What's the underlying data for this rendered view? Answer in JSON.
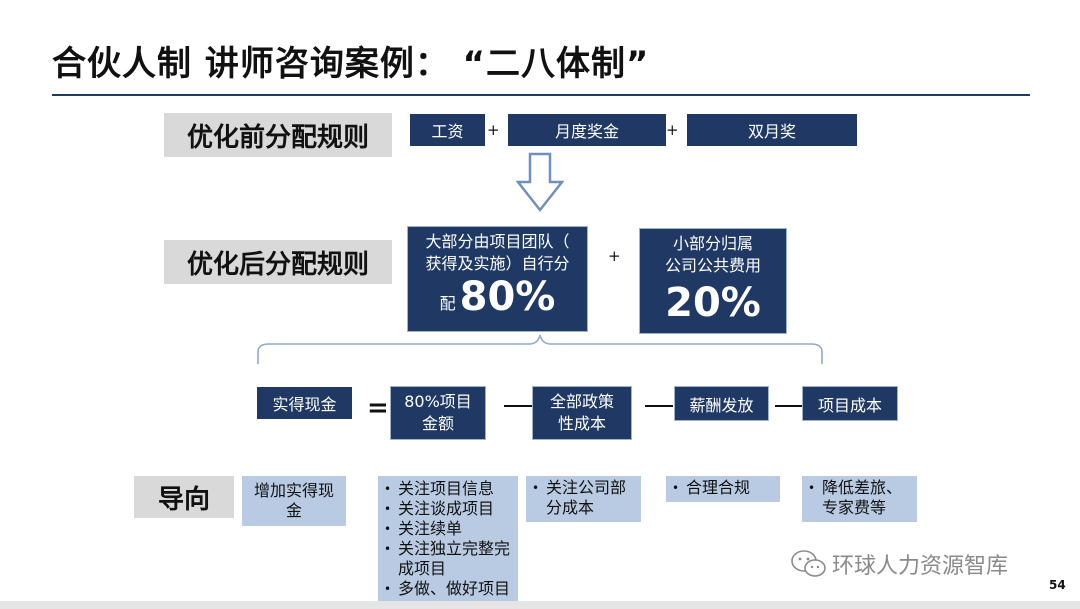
{
  "title": "合伙人制 讲师咨询案例：  “二八体制”",
  "before": {
    "label": "优化前分配规则",
    "boxes": [
      "工资",
      "月度奖金",
      "双月奖"
    ],
    "plus": "+"
  },
  "after": {
    "label": "优化后分配规则",
    "left_text_1": "大部分由项目团队（",
    "left_text_2": "获得及实施）自行分",
    "left_text_3": "配",
    "left_pct": "80%",
    "plus": "+",
    "right_text_1": "小部分归属",
    "right_text_2": "公司公共费用",
    "right_pct": "20%"
  },
  "equation": {
    "lhs": "实得现金",
    "equals": "=",
    "terms": [
      {
        "line1": "80%项目",
        "line2": "金额"
      },
      {
        "line1": "全部政策",
        "line2": "性成本"
      },
      {
        "line1": "薪酬发放",
        "line2": ""
      },
      {
        "line1": "项目成本",
        "line2": ""
      }
    ]
  },
  "guide": {
    "label": "导向",
    "c1": [
      "增加实得现",
      "金"
    ],
    "c2": [
      "关注项目信息",
      "关注谈成项目",
      "关注续单",
      "关注独立完整完成项目",
      "多做、做好项目"
    ],
    "c3": [
      "关注公司部分成本"
    ],
    "c4": [
      "合理合规"
    ],
    "c5": [
      "降低差旅、专家费等"
    ]
  },
  "watermark": "环球人力资源智库",
  "page_number": "54",
  "colors": {
    "navy": "#1f3864",
    "light_blue": "#b9cbe3",
    "gray": "#d9d9d9",
    "arrow": "#6f8fbf"
  },
  "icons": [
    "down-arrow-icon",
    "brace-icon",
    "wechat-icon"
  ]
}
